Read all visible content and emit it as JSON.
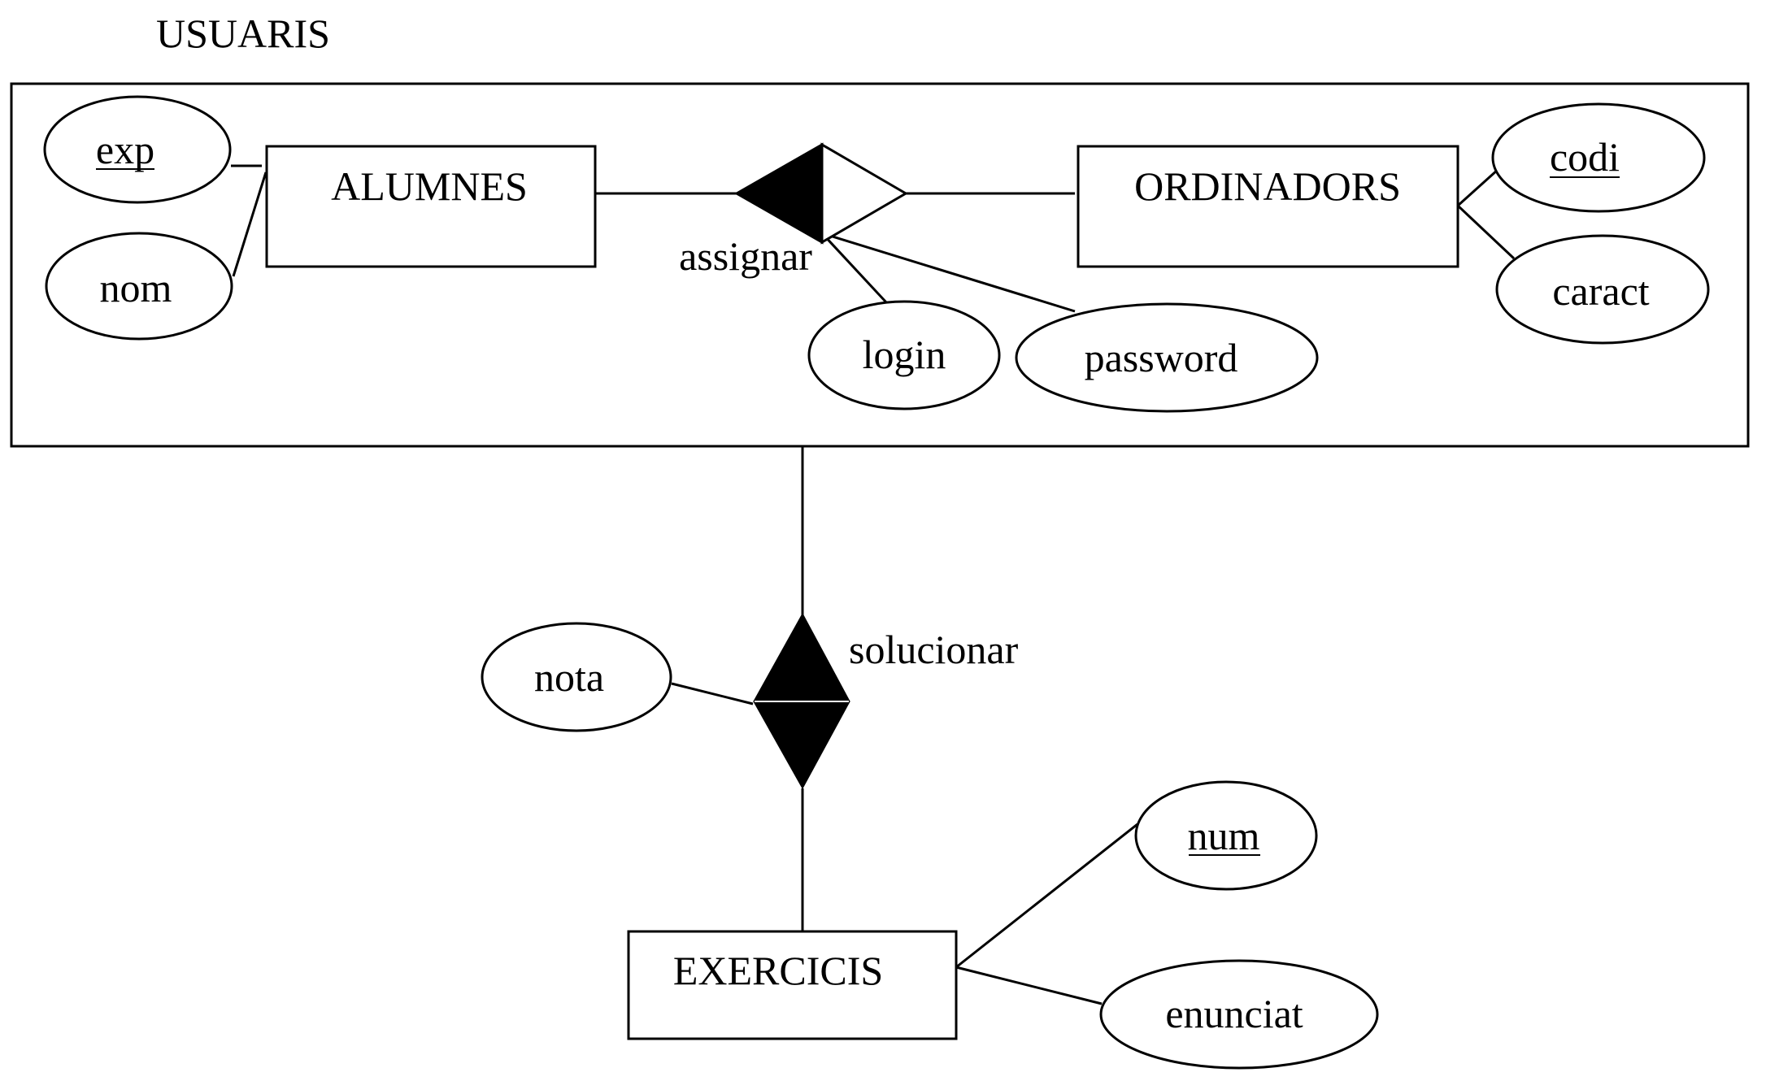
{
  "diagram": {
    "aggregation": {
      "name": "USUARIS"
    },
    "entities": {
      "alumnes": "ALUMNES",
      "ordinadors": "ORDINADORS",
      "exercicis": "EXERCICIS"
    },
    "relationships": {
      "assignar": "assignar",
      "solucionar": "solucionar"
    },
    "attributes": {
      "exp": {
        "label": "exp",
        "key": true
      },
      "nom": {
        "label": "nom",
        "key": false
      },
      "codi": {
        "label": "codi",
        "key": true
      },
      "caract": {
        "label": "caract",
        "key": false
      },
      "login": {
        "label": "login",
        "key": false
      },
      "password": {
        "label": "password",
        "key": false
      },
      "nota": {
        "label": "nota",
        "key": false
      },
      "num": {
        "label": "num",
        "key": true
      },
      "enunciat": {
        "label": "enunciat",
        "key": false
      }
    }
  }
}
